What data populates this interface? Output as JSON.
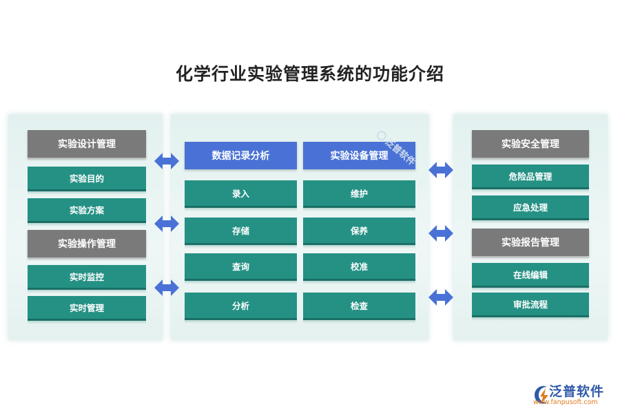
{
  "title": "化学行业实验管理系统的功能介绍",
  "left": {
    "group1": {
      "header": "实验设计管理",
      "items": [
        "实验目的",
        "实验方案"
      ]
    },
    "group2": {
      "header": "实验操作管理",
      "items": [
        "实时监控",
        "实时管理"
      ]
    }
  },
  "middle": {
    "col1": {
      "header": "数据记录分析",
      "items": [
        "录入",
        "存储",
        "查询",
        "分析"
      ]
    },
    "col2": {
      "header": "实验设备管理",
      "items": [
        "维护",
        "保养",
        "校准",
        "检查"
      ]
    }
  },
  "right": {
    "group1": {
      "header": "实验安全管理",
      "items": [
        "危险品管理",
        "应急处理"
      ]
    },
    "group2": {
      "header": "实验报告管理",
      "items": [
        "在线编辑",
        "审批流程"
      ]
    }
  },
  "watermark": {
    "diagonal": "泛普软件"
  },
  "brand": {
    "name": "泛普软件",
    "url": "www.fanpusoft.com"
  },
  "colors": {
    "header_gray": "#7a7a7a",
    "header_blue": "#4a72d6",
    "item_teal": "#259185",
    "arrow": "#4a72d6",
    "panel_bg": "#e6f3f1"
  }
}
